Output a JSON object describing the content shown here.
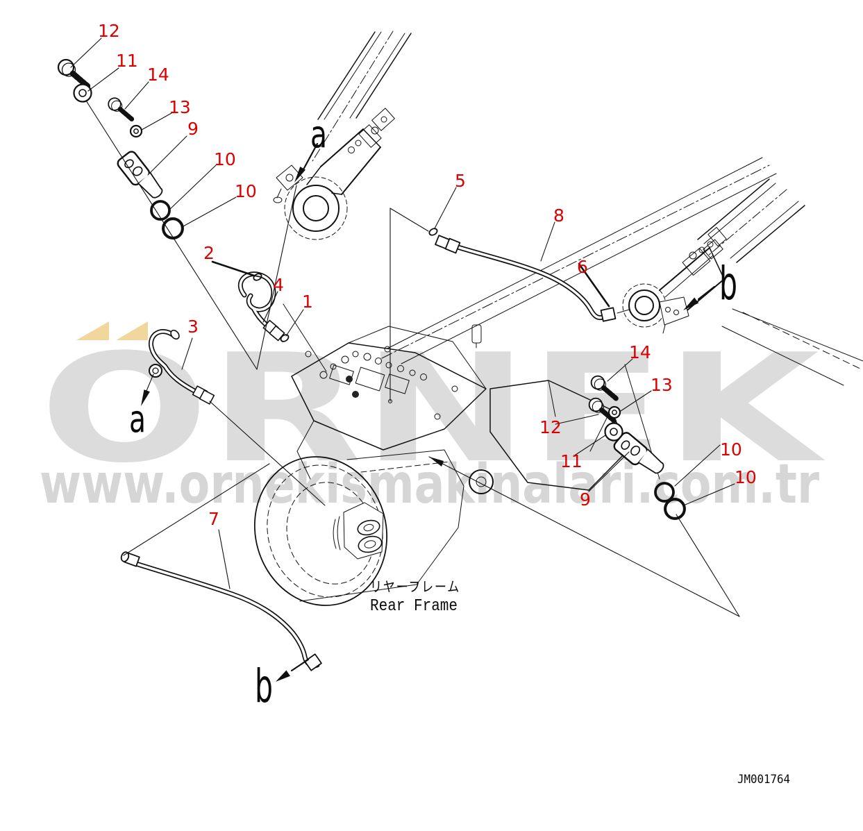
{
  "watermark": {
    "brand": "ÖRNEK",
    "brand_display": "ORNEK",
    "url": "www.ornekismakinalari.com.tr",
    "accent_color": "#f2d79c",
    "brand_color": "#dcdcdc",
    "url_color": "#d6d6d6"
  },
  "diagram": {
    "label_ja": "リヤーフレーム",
    "label_en": "Rear Frame",
    "drawing_no": "JM001764",
    "callout_color": "#dd0000",
    "callouts": {
      "left_12": "12",
      "left_11": "11",
      "left_14": "14",
      "left_13": "13",
      "left_9": "9",
      "left_10a": "10",
      "left_10b": "10",
      "c2": "2",
      "c4": "4",
      "c1": "1",
      "c3": "3",
      "c5": "5",
      "c8": "8",
      "c6": "6",
      "c7": "7",
      "right_14": "14",
      "right_13": "13",
      "right_12": "12",
      "right_11": "11",
      "right_9": "9",
      "right_10a": "10",
      "right_10b": "10"
    },
    "view_labels": {
      "a_top": "a",
      "a_left": "a",
      "b_top": "b",
      "b_bottom": "b"
    }
  }
}
